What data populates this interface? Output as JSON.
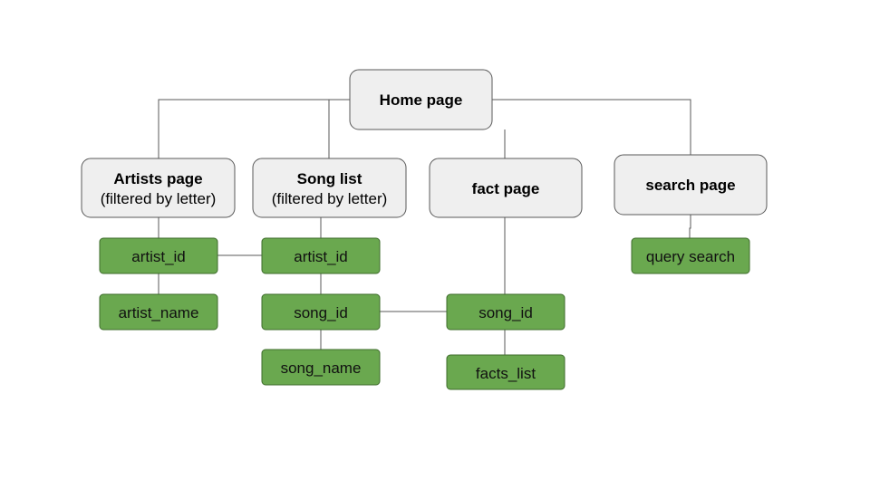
{
  "pages": {
    "home": {
      "title": "Home page"
    },
    "artists": {
      "title": "Artists page",
      "subtitle": "(filtered by letter)"
    },
    "songs": {
      "title": "Song list",
      "subtitle": "(filtered by letter)"
    },
    "fact": {
      "title": "fact page"
    },
    "search": {
      "title": "search page"
    }
  },
  "fields": {
    "artists_artist_id": "artist_id",
    "artists_artist_name": "artist_name",
    "songs_artist_id": "artist_id",
    "songs_song_id": "song_id",
    "songs_song_name": "song_name",
    "fact_song_id": "song_id",
    "fact_facts_list": "facts_list",
    "search_query": "query search"
  },
  "colors": {
    "page_fill": "#efefef",
    "field_fill": "#6aa84f",
    "edge": "#595959"
  }
}
